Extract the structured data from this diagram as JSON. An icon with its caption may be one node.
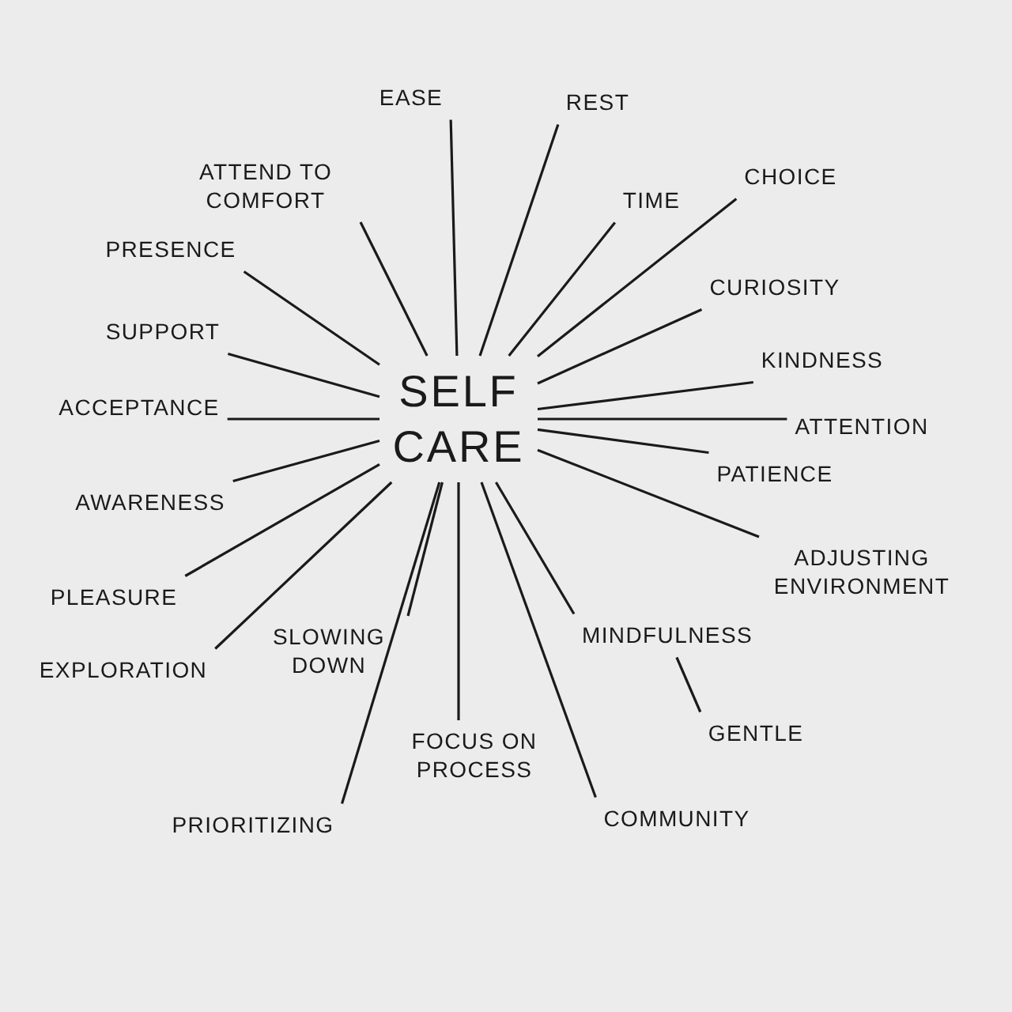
{
  "diagram": {
    "nodes": [
      {
        "text": [
          "SELF CARE"
        ]
      },
      {
        "text": [
          "EASE"
        ]
      },
      {
        "text": [
          "REST"
        ]
      },
      {
        "text": [
          "ATTEND TO COMFORT"
        ]
      },
      {
        "text": [
          "TIME"
        ]
      },
      {
        "text": [
          "CHOICE"
        ]
      },
      {
        "text": [
          "PRESENCE"
        ]
      },
      {
        "text": [
          "CURIOSITY"
        ]
      },
      {
        "text": [
          "SUPPORT"
        ]
      },
      {
        "text": [
          "KINDNESS"
        ]
      },
      {
        "text": [
          "ACCEPTANCE"
        ]
      },
      {
        "text": [
          "ATTENTION"
        ]
      },
      {
        "text": [
          "PATIENCE"
        ]
      },
      {
        "text": [
          "AWARENESS"
        ]
      },
      {
        "text": [
          "ADJUSTING ENVIRONMENT"
        ]
      },
      {
        "text": [
          "PLEASURE"
        ]
      },
      {
        "text": [
          "EXPLORATION"
        ]
      },
      {
        "text": [
          "SLOWING DOWN"
        ]
      },
      {
        "text": [
          "MINDFULNESS"
        ]
      },
      {
        "text": [
          "GENTLE"
        ]
      },
      {
        "text": [
          "FOCUS ON PROCESS"
        ]
      },
      {
        "text": [
          "PRIORITIZING"
        ]
      },
      {
        "text": [
          "COMMUNITY"
        ]
      }
    ],
    "edges": [
      {
        "from": 0,
        "to": 1,
        "arrow": "none"
      },
      {
        "from": 0,
        "to": 2,
        "arrow": "none"
      },
      {
        "from": 0,
        "to": 3,
        "arrow": "none"
      },
      {
        "from": 0,
        "to": 4,
        "arrow": "none"
      },
      {
        "from": 0,
        "to": 5,
        "arrow": "none"
      },
      {
        "from": 0,
        "to": 6,
        "arrow": "none"
      },
      {
        "from": 0,
        "to": 7,
        "arrow": "none"
      },
      {
        "from": 0,
        "to": 8,
        "arrow": "none"
      },
      {
        "from": 0,
        "to": 9,
        "arrow": "none"
      },
      {
        "from": 0,
        "to": 10,
        "arrow": "none"
      },
      {
        "from": 0,
        "to": 11,
        "arrow": "none"
      },
      {
        "from": 0,
        "to": 12,
        "arrow": "none"
      },
      {
        "from": 0,
        "to": 13,
        "arrow": "none"
      },
      {
        "from": 0,
        "to": 14,
        "arrow": "none"
      },
      {
        "from": 0,
        "to": 15,
        "arrow": "none"
      },
      {
        "from": 0,
        "to": 16,
        "arrow": "none"
      },
      {
        "from": 0,
        "to": 17,
        "arrow": "none"
      },
      {
        "from": 0,
        "to": 18,
        "arrow": "none"
      },
      {
        "from": 18,
        "to": 19,
        "arrow": "none"
      },
      {
        "from": 0,
        "to": 20,
        "arrow": "none"
      },
      {
        "from": 0,
        "to": 21,
        "arrow": "none"
      },
      {
        "from": 0,
        "to": 22,
        "arrow": "none"
      }
    ]
  }
}
